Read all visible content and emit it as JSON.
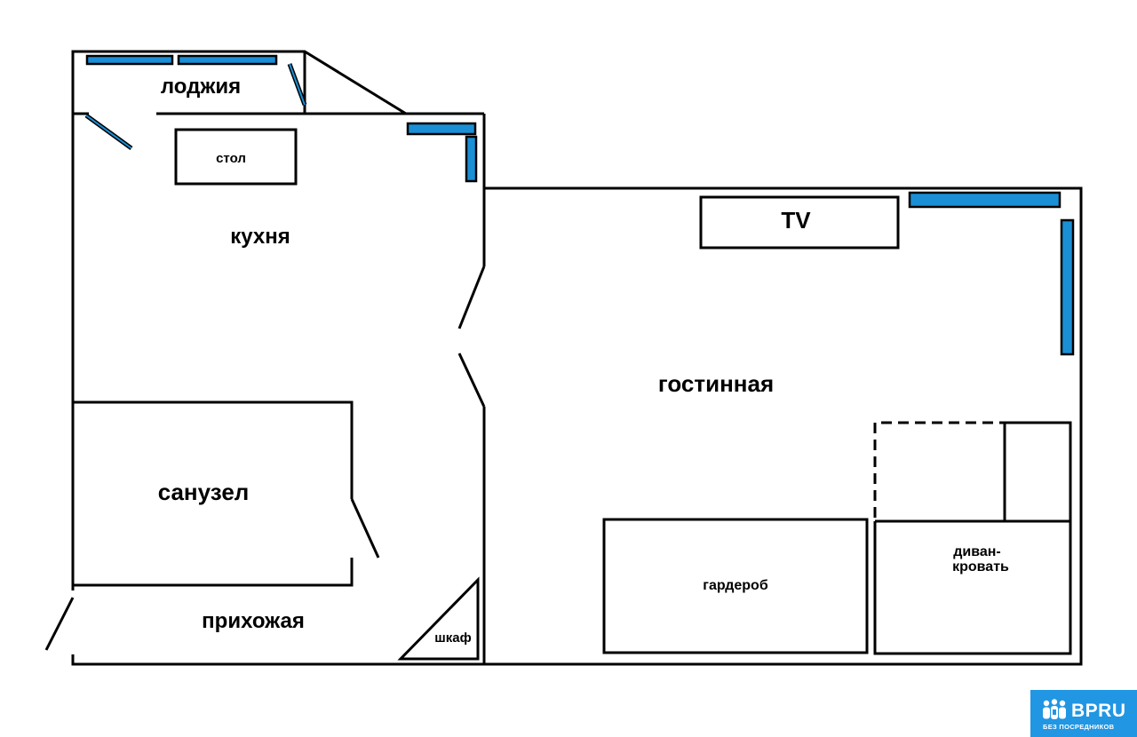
{
  "rooms": {
    "loggia": "лоджия",
    "kitchen": "кухня",
    "bathroom": "санузел",
    "hallway": "прихожая",
    "living_room": "гостинная"
  },
  "furniture": {
    "table": "стол",
    "tv": "TV",
    "wardrobe_closet": "шкаф",
    "dressing_room": "гардероб",
    "sofa_bed_line1": "диван-",
    "sofa_bed_line2": "кровать"
  },
  "logo": {
    "brand": "BPRU",
    "tagline": "БЕЗ ПОСРЕДНИКОВ"
  },
  "colors": {
    "window": "#1a8fd6",
    "logo_bg": "#2196e3",
    "walls": "#000000"
  }
}
